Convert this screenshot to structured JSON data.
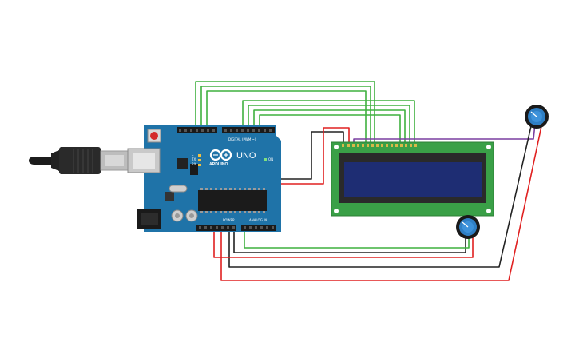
{
  "board": {
    "brand_label": "ARDUINO",
    "model_label": "UNO",
    "digital_label": "DIGITAL (PWM ~)",
    "analog_label": "ANALOG IN",
    "power_label": "POWER",
    "on_label": "ON",
    "tx_label": "TX",
    "rx_label": "RX",
    "l_label": "L"
  },
  "colors": {
    "board": "#1f73a8",
    "lcd_pcb": "#3aa047",
    "lcd_screen": "#1e2d73",
    "wire_green": "#3fb03f",
    "wire_red": "#e02020",
    "wire_black": "#222222",
    "wire_purple": "#7a3fa0",
    "pot_body": "#2f7fc4"
  },
  "icons": {
    "usb": "usb-cable-icon",
    "arduino_logo": "arduino-infinity-logo-icon",
    "pot": "potentiometer-icon"
  }
}
